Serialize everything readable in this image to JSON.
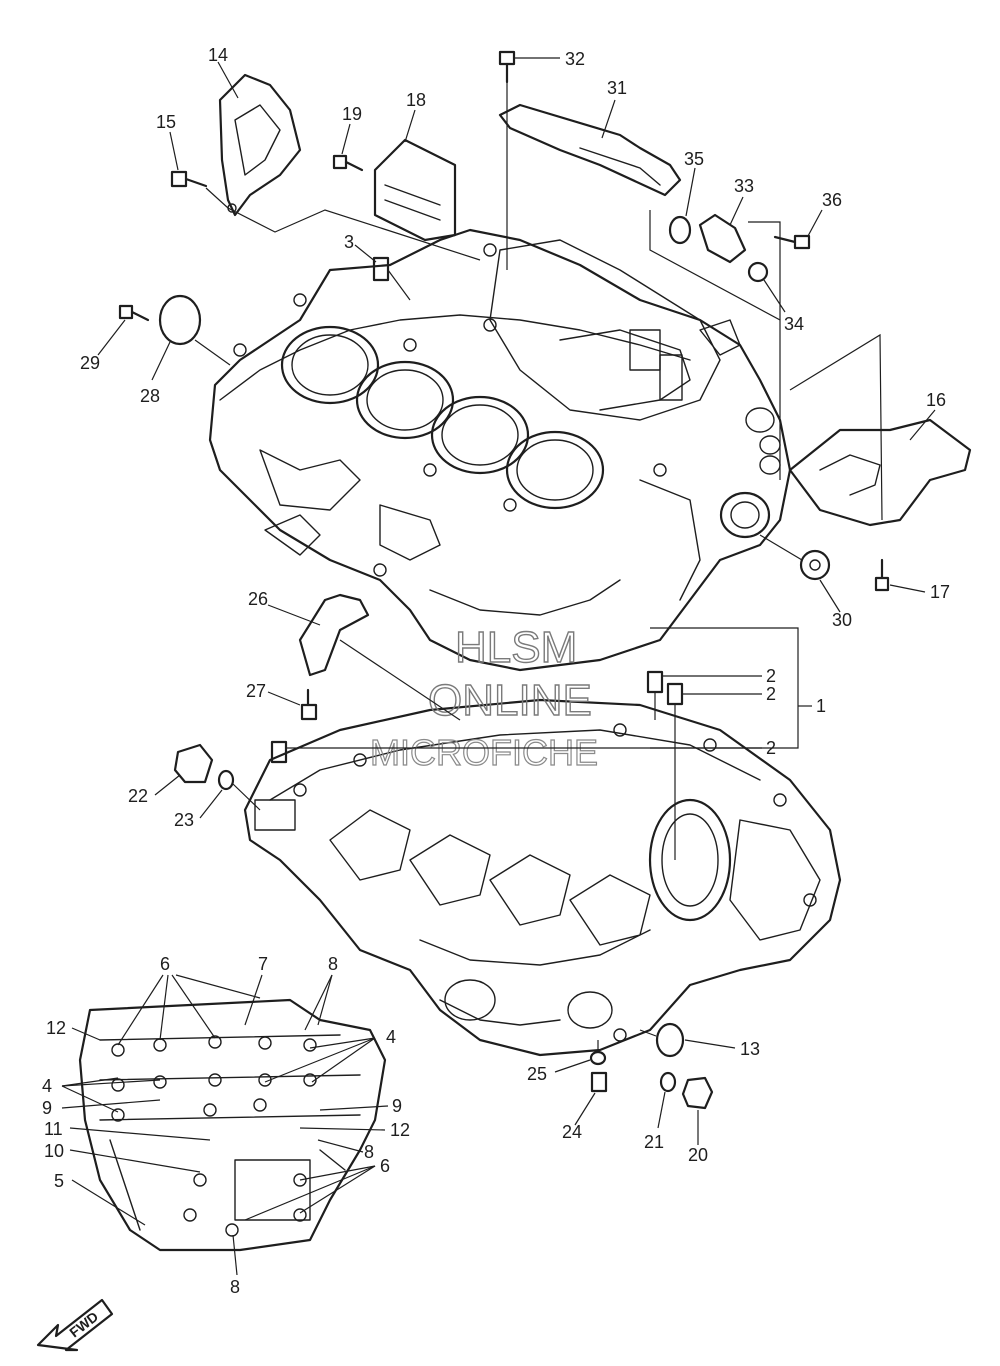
{
  "watermark": {
    "line1": "HLSM",
    "line2": "ONLINE",
    "line3": "MICROFICHE"
  },
  "fwd_arrow_label": "FWD",
  "callouts": {
    "c1": "1",
    "c2a": "2",
    "c2b": "2",
    "c2c": "2",
    "c3": "3",
    "c4a": "4",
    "c4b": "4",
    "c5": "5",
    "c6a": "6",
    "c6b": "6",
    "c7": "7",
    "c8a": "8",
    "c8b": "8",
    "c8c": "8",
    "c9a": "9",
    "c9b": "9",
    "c10": "10",
    "c11": "11",
    "c12a": "12",
    "c12b": "12",
    "c13": "13",
    "c14": "14",
    "c15": "15",
    "c16": "16",
    "c17": "17",
    "c18": "18",
    "c19": "19",
    "c20": "20",
    "c21": "21",
    "c22": "22",
    "c23": "23",
    "c24": "24",
    "c25": "25",
    "c26": "26",
    "c27": "27",
    "c28": "28",
    "c29": "29",
    "c30": "30",
    "c31": "31",
    "c32": "32",
    "c33": "33",
    "c34": "34",
    "c35": "35",
    "c36": "36"
  }
}
